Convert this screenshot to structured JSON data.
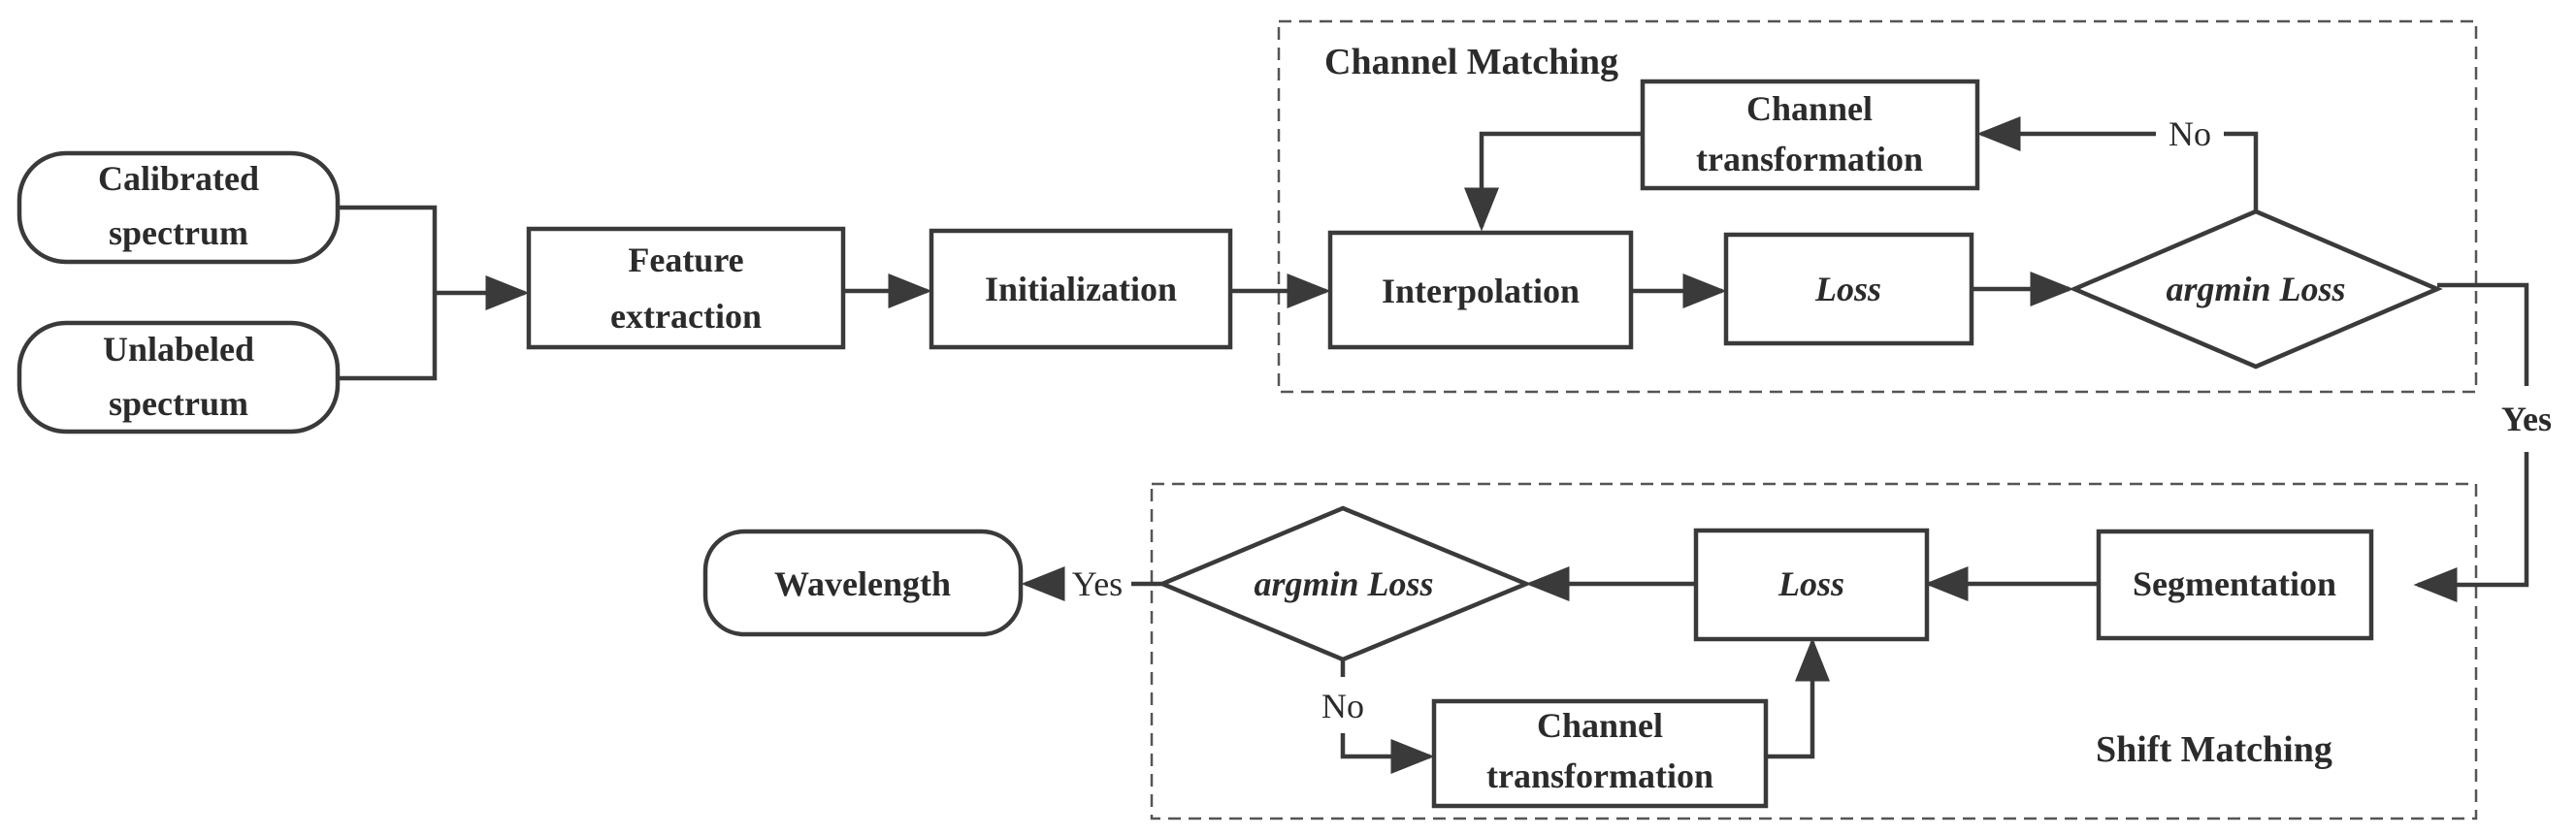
{
  "nodes": {
    "calibrated_spectrum": [
      "Calibrated",
      "spectrum"
    ],
    "unlabeled_spectrum": [
      "Unlabeled",
      "spectrum"
    ],
    "feature_extraction": [
      "Feature",
      "extraction"
    ],
    "initialization": "Initialization",
    "interpolation": "Interpolation",
    "loss_top": "Loss",
    "argmin_top": "argmin Loss",
    "channel_transformation_top": [
      "Channel",
      "transformation"
    ],
    "segmentation": "Segmentation",
    "loss_bottom": "Loss",
    "argmin_bottom": "argmin Loss",
    "channel_transformation_bottom": [
      "Channel",
      "transformation"
    ],
    "wavelength": "Wavelength"
  },
  "groups": {
    "channel_matching": "Channel Matching",
    "shift_matching": "Shift Matching"
  },
  "edge_labels": {
    "no_top": "No",
    "yes_right": "Yes",
    "yes_left": "Yes",
    "no_bottom": "No"
  }
}
